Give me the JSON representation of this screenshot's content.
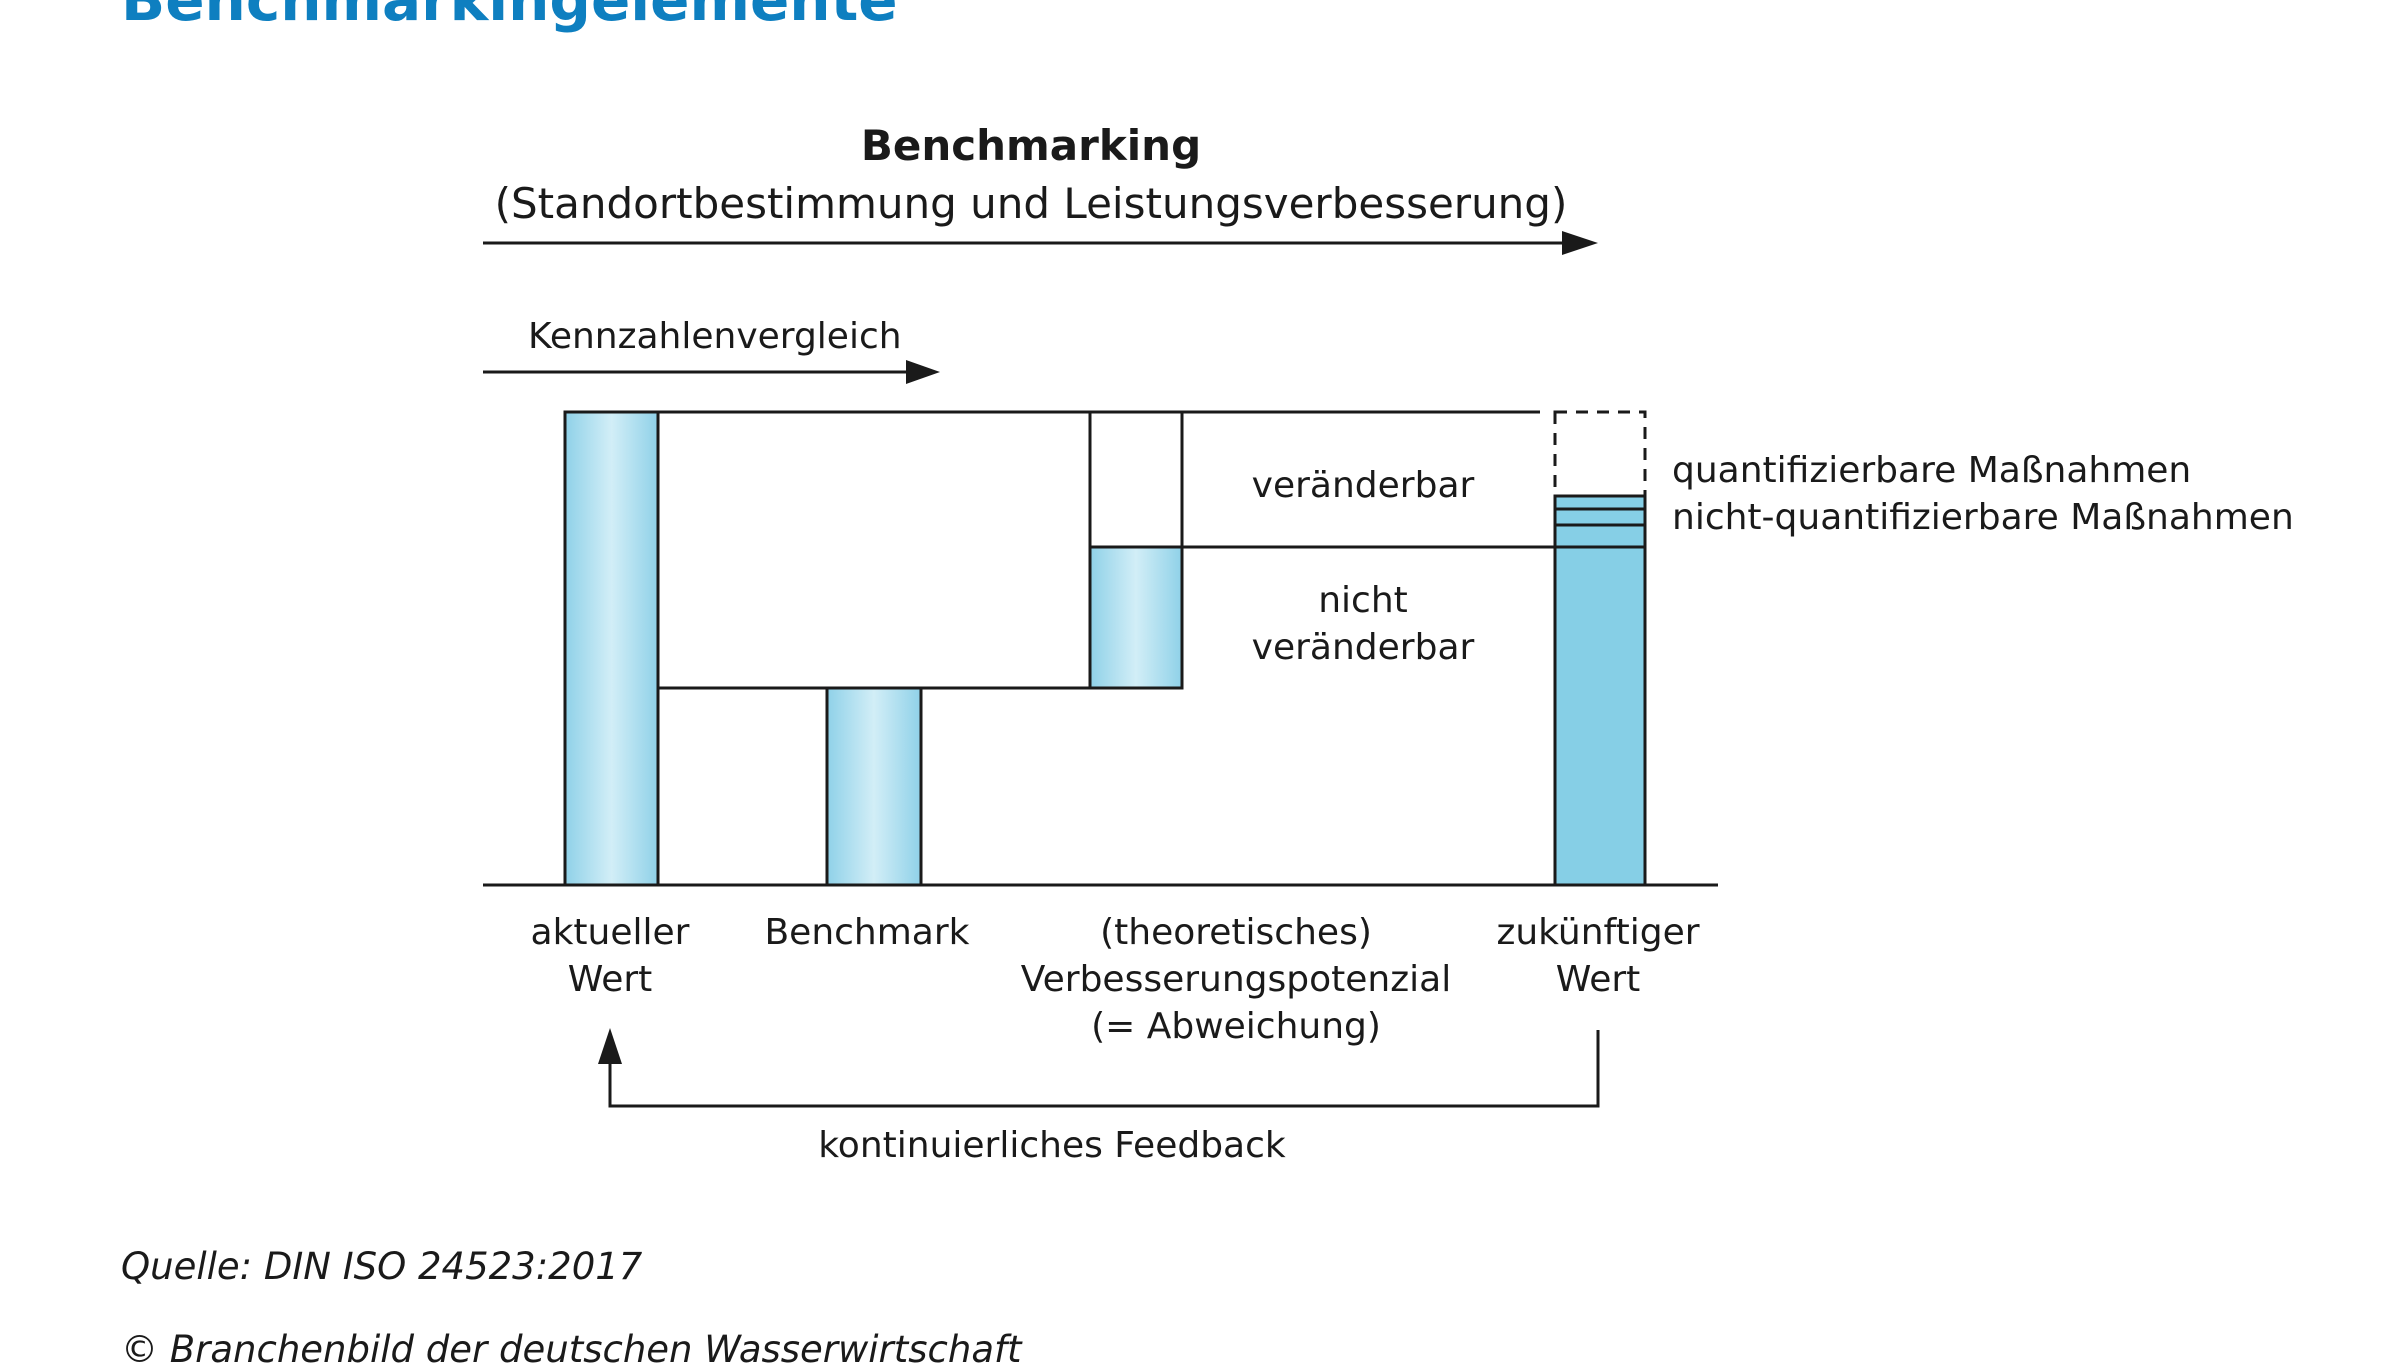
{
  "heading": "Benchmarkingelemente",
  "diagram": {
    "title": "Benchmarking",
    "subtitle": "(Standortbestimmung und Leistungsverbesserung)",
    "arrow_label": "Kennzahlenvergleich",
    "label_changeable": "veränderbar",
    "label_not_changeable_1": "nicht",
    "label_not_changeable_2": "veränderbar",
    "legend_quantifiable": "quantifizierbare Maßnahmen",
    "legend_non_quantifiable": "nicht-quantifizierbare Maßnahmen",
    "col1_line1": "aktueller",
    "col1_line2": "Wert",
    "col2_line1": "Benchmark",
    "col3_line1": "(theoretisches)",
    "col3_line2": "Verbesserungspotenzial",
    "col3_line3": "(= Abweichung)",
    "col4_line1": "zukünftiger",
    "col4_line2": "Wert",
    "feedback_label": "kontinuierliches Feedback",
    "colors": {
      "heading": "#0e7fc0",
      "bar_light": "#c9ebf5",
      "bar_mid": "#8fd1e8",
      "bar_solid": "#86cfe6"
    }
  },
  "source": "Quelle: DIN ISO 24523:2017",
  "copyright": "© Branchenbild der deutschen Wasserwirtschaft"
}
